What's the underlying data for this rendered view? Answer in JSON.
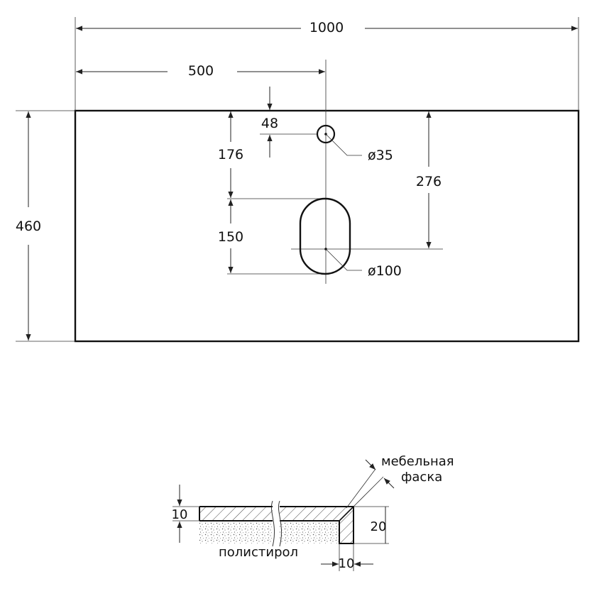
{
  "top_view": {
    "width_label": "1000",
    "half_width_label": "500",
    "depth_label": "460",
    "faucet_offset_label": "48",
    "faucet_to_drain_label": "176",
    "front_to_drain_label": "276",
    "drain_height_label": "150",
    "faucet_hole_diameter_label": "ø35",
    "drain_diameter_label": "ø100"
  },
  "section_view": {
    "chamfer_label_line1": "мебельная",
    "chamfer_label_line2": "фаска",
    "top_layer_label": "10",
    "total_thickness_label": "20",
    "edge_width_label": "10",
    "filler_label": "полистирол"
  }
}
